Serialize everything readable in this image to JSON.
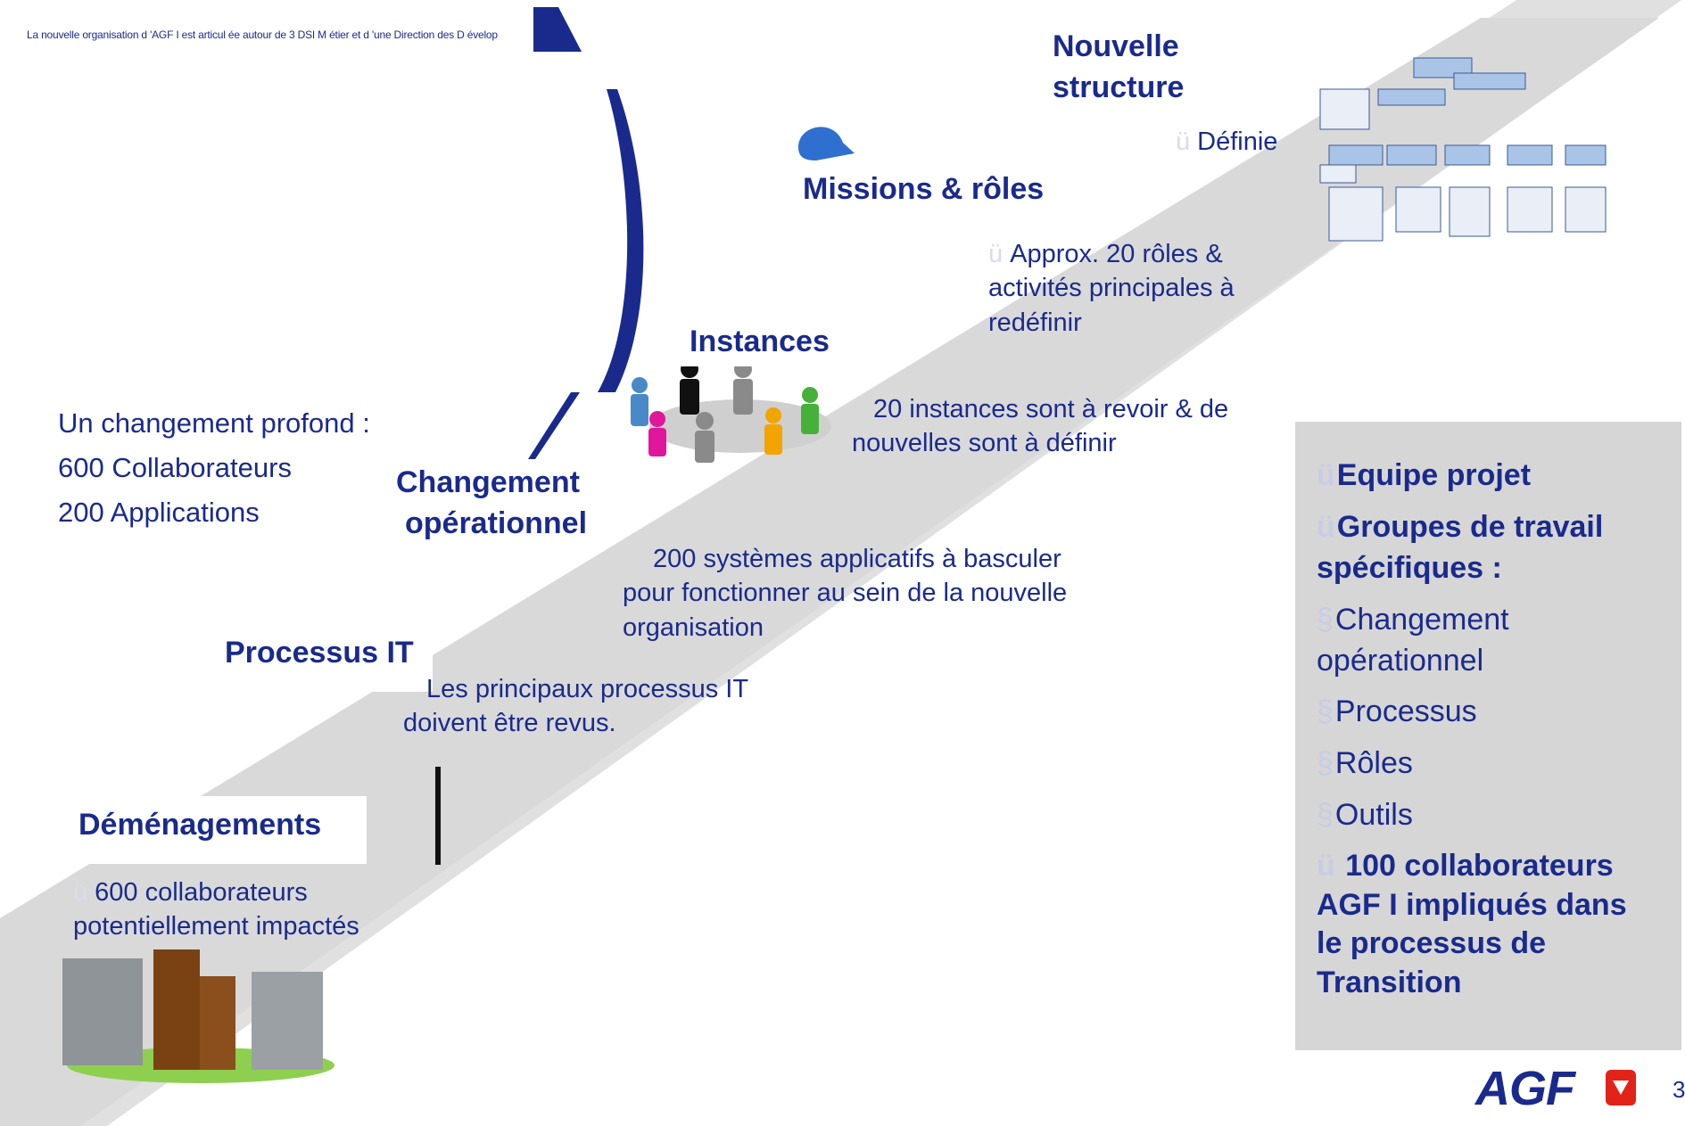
{
  "header": {
    "title": "La nouvelle organisation d  'AGF I est articul ée autour de 3 DSI M étier et d 'une Direction des D  évelop"
  },
  "intro": {
    "line1": "Un changement profond :",
    "line2": "600 Collaborateurs",
    "line3": "200 Applications"
  },
  "steps": {
    "demenagements": {
      "label": "Déménagements",
      "desc_line1": "600 collaborateurs",
      "desc_line2": "potentiellement impactés"
    },
    "processus_it": {
      "label": "Processus IT",
      "desc_line1": "Les principaux processus IT",
      "desc_line2": "doivent être revus."
    },
    "changement": {
      "label_line1": "Changement",
      "label_line2": "opérationnel",
      "desc_line1": "200 systèmes applicatifs à basculer",
      "desc_line2": "pour fonctionner au sein de la nouvelle",
      "desc_line3": "organisation"
    },
    "instances": {
      "label": "Instances",
      "desc_line1": "20 instances sont à revoir & de",
      "desc_line2": "nouvelles sont à définir"
    },
    "missions": {
      "label": "Missions & rôles",
      "desc_line1": "Approx. 20 rôles &",
      "desc_line2": "activités principales à",
      "desc_line3": "redéfinir"
    },
    "nouvelle_structure": {
      "label_line1": "Nouvelle",
      "label_line2": "structure",
      "desc": "Définie"
    }
  },
  "tick_glyph": "ü",
  "bullet_glyph": "§",
  "side_panel": {
    "item1": "Equipe projet",
    "item2_line1": "Groupes de travail",
    "item2_line2": "spécifiques :",
    "sub1_line1": "Changement",
    "sub1_line2": "opérationnel",
    "sub2": "Processus",
    "sub3": "Rôles",
    "sub4": "Outils",
    "item3_line1": "100 collaborateurs",
    "item3_line2": "AGF I impliqués dans",
    "item3_line3": "le processus de",
    "item3_line4": "Transition"
  },
  "logo": {
    "text": "AGF"
  },
  "page_number": "3",
  "colors": {
    "text_blue": "#1a2a8c",
    "stairs_grey": "#dcdcdc",
    "panel_grey": "#d6d6d6"
  }
}
